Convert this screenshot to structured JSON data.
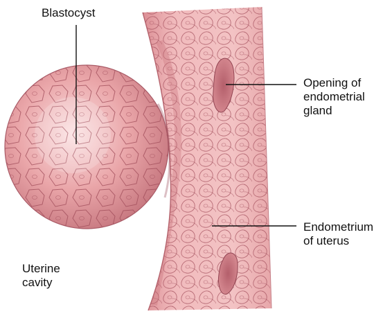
{
  "labels": {
    "blastocyst": "Blastocyst",
    "opening_gland": "Opening of\nendometrial\ngland",
    "endometrium": "Endometrium\nof uterus",
    "uterine_cavity": "Uterine\ncavity"
  },
  "colors": {
    "tissue_fill": "#e8a0a3",
    "tissue_light": "#f7cfd0",
    "tissue_dark": "#b96a73",
    "cell_outline": "#a24e5c",
    "leader_line": "#111111"
  }
}
